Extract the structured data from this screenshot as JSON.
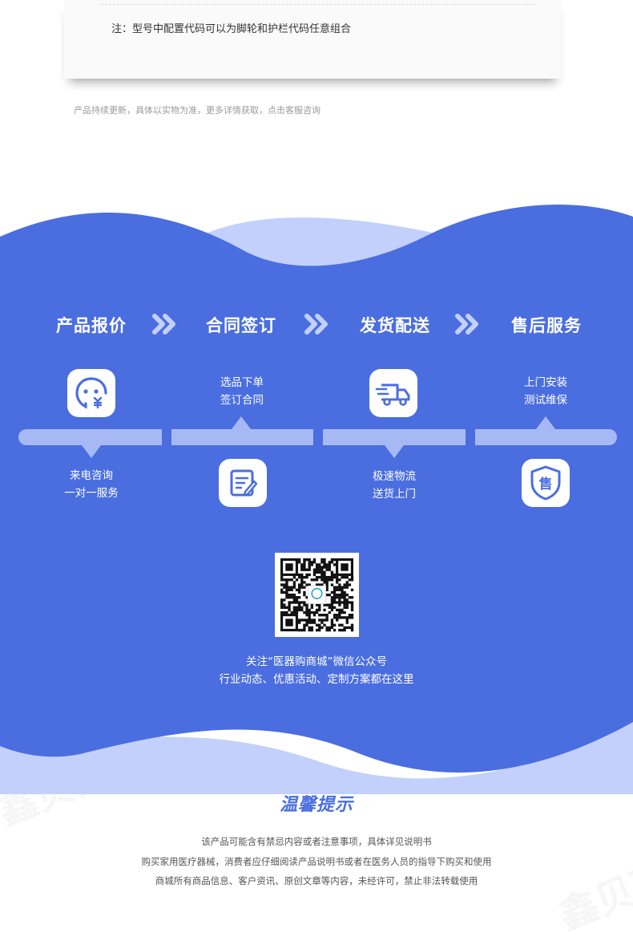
{
  "card": {
    "note": "注：型号中配置代码可以为脚轮和护栏代码任意组合"
  },
  "sub_note": "产品持续更新，具体以实物为准，更多详情获取，点击客服咨询",
  "colors": {
    "band_blue": "#4a6ee0",
    "light_wave": "#c2d0fb",
    "bar": "#a7b9f5",
    "title_blue": "#4a6ee0"
  },
  "process": {
    "steps": [
      {
        "title": "产品报价",
        "caption_lines": [
          "来电咨询",
          "一对一服务"
        ],
        "icon": "customer-service-icon"
      },
      {
        "title": "合同签订",
        "caption_lines": [
          "选品下单",
          "签订合同"
        ],
        "icon": "contract-edit-icon"
      },
      {
        "title": "发货配送",
        "caption_lines": [
          "极速物流",
          "送货上门"
        ],
        "icon": "delivery-truck-icon"
      },
      {
        "title": "售后服务",
        "caption_lines": [
          "上门安装",
          "测试维保"
        ],
        "icon": "after-sales-shield-icon"
      }
    ],
    "after_sales_glyph": "售"
  },
  "qr": {
    "line1": "关注“医器购商城”微信公众号",
    "line2": "行业动态、优惠活动、定制方案都在这里"
  },
  "warm_title": "温馨提示",
  "tips": [
    "该产品可能含有禁忌内容或者注意事项，具体详见说明书",
    "购买家用医疗器械，消费者应仔细阅读产品说明书或者在医务人员的指导下购买和使用",
    "商城所有商品信息、客户资讯、原创文章等内容，未经许可，禁止非法转载使用"
  ],
  "watermark": "鑫贝西商城"
}
